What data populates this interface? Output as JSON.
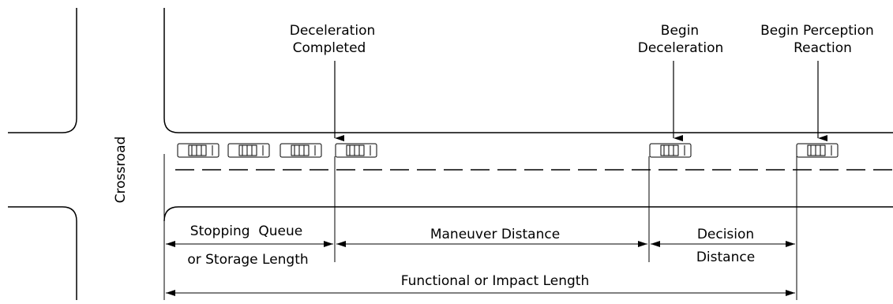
{
  "labels": {
    "decel_completed": [
      "Deceleration",
      "Completed"
    ],
    "begin_decel": [
      "Begin",
      "Deceleration"
    ],
    "begin_perception": [
      "Begin Perception",
      "Reaction"
    ],
    "crossroad": "Crossroad",
    "stopping_queue": "Stopping  Queue",
    "storage_length": "or Storage Length",
    "maneuver": "Maneuver Distance",
    "decision": [
      "Decision",
      "Distance"
    ],
    "functional": "Functional or Impact Length"
  },
  "vehicles": [
    "queue-car-1",
    "queue-car-2",
    "queue-car-3",
    "queue-car-4",
    "decelerating-car",
    "approaching-car"
  ]
}
